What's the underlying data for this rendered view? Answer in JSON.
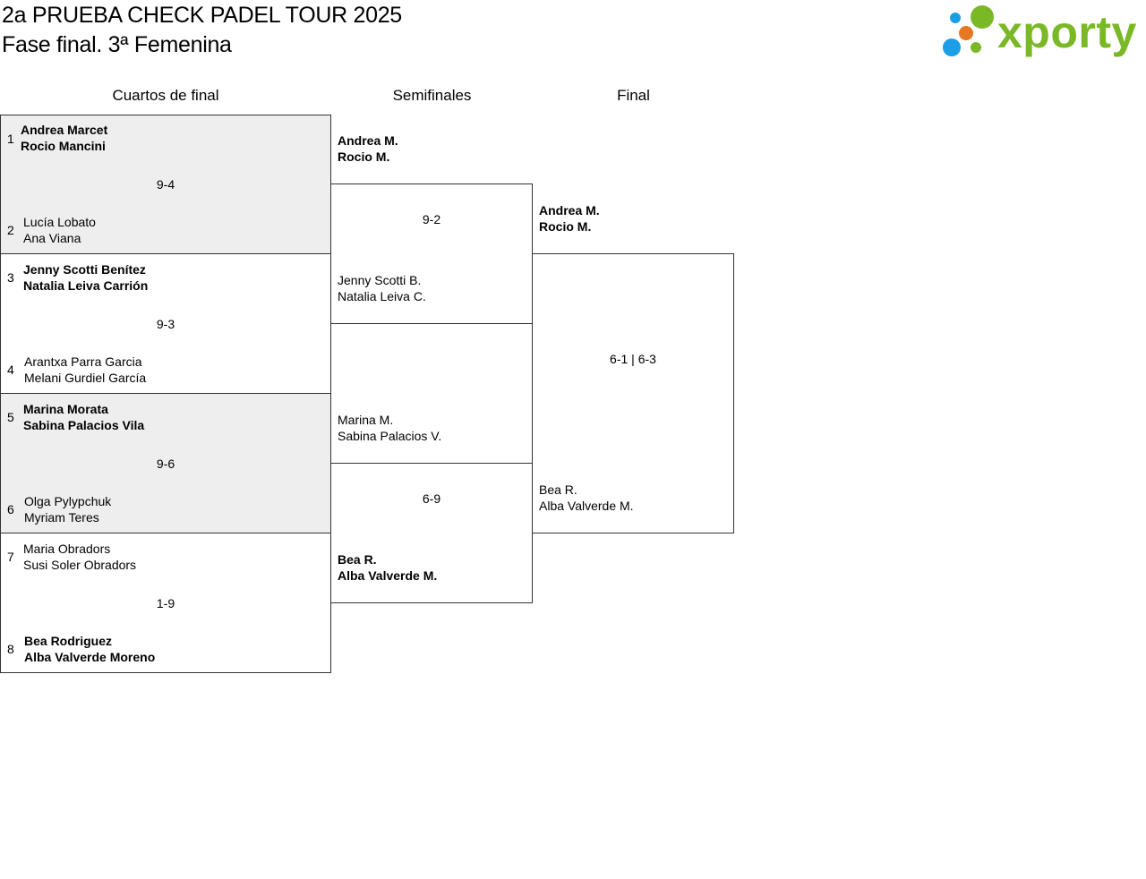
{
  "header": {
    "title_line1": "2a PRUEBA CHECK PADEL TOUR 2025",
    "title_line2": "Fase final. 3ª Femenina"
  },
  "logo": {
    "text": "xporty",
    "icon": "xporty-dots-icon",
    "colors": {
      "green": "#7ab826",
      "blue": "#1a9ee6",
      "orange": "#e87722"
    }
  },
  "rounds": {
    "quarterfinals": "Cuartos de final",
    "semifinals": "Semifinales",
    "final": "Final"
  },
  "quarterfinals": [
    {
      "seed_top": "1",
      "top_line1": "Andrea Marcet",
      "top_line2": "Rocio Mancini",
      "seed_bottom": "2",
      "bottom_line1": "Lucía Lobato",
      "bottom_line2": "Ana Viana",
      "score": "9-4",
      "winner": "top"
    },
    {
      "seed_top": "3",
      "top_line1": "Jenny Scotti Benítez",
      "top_line2": "Natalia Leiva Carrión",
      "seed_bottom": "4",
      "bottom_line1": "Arantxa Parra Garcia",
      "bottom_line2": "Melani Gurdiel García",
      "score": "9-3",
      "winner": "top"
    },
    {
      "seed_top": "5",
      "top_line1": "Marina Morata",
      "top_line2": "Sabina Palacios Vila",
      "seed_bottom": "6",
      "bottom_line1": "Olga Pylypchuk",
      "bottom_line2": "Myriam Teres",
      "score": "9-6",
      "winner": "top"
    },
    {
      "seed_top": "7",
      "top_line1": "Maria Obradors",
      "top_line2": "Susi Soler Obradors",
      "seed_bottom": "8",
      "bottom_line1": "Bea Rodriguez",
      "bottom_line2": "Alba Valverde Moreno",
      "score": "1-9",
      "winner": "bottom"
    }
  ],
  "semifinals": [
    {
      "top_line1": "Andrea M.",
      "top_line2": "Rocio M.",
      "bottom_line1": "Jenny Scotti B.",
      "bottom_line2": "Natalia Leiva C.",
      "score": "9-2",
      "winner": "top"
    },
    {
      "top_line1": "Marina M.",
      "top_line2": "Sabina Palacios V.",
      "bottom_line1": "Bea R.",
      "bottom_line2": "Alba Valverde M.",
      "score": "6-9",
      "winner": "bottom"
    }
  ],
  "final": {
    "top_line1": "Andrea M.",
    "top_line2": "Rocio M.",
    "bottom_line1": "Bea R.",
    "bottom_line2": "Alba Valverde M.",
    "score": "6-1 | 6-3",
    "winner": "top"
  }
}
